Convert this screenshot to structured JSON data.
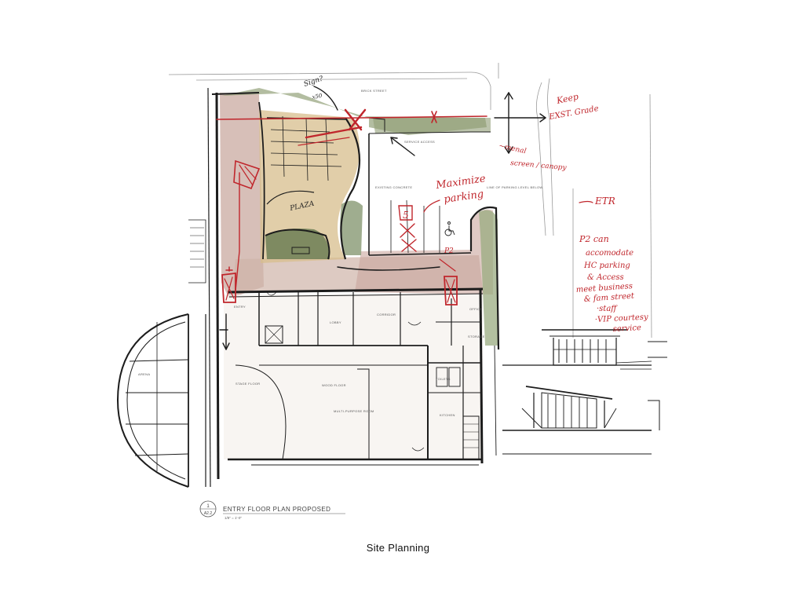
{
  "caption": "Site Planning",
  "title_block": {
    "number": "1",
    "sheet": "A2.2",
    "title": "ENTRY FLOOR PLAN  PROPOSED",
    "scale": "1/8\" = 1'-0\""
  },
  "annotations": {
    "maximize": "Maximize",
    "parking": "parking",
    "keep": "Keep",
    "ext_grade": "EXST. Grade",
    "sign_q": "Sign?",
    "sign_n": "x50",
    "menal": "~menal",
    "screen": "screen / canopy",
    "etr": "ETR",
    "p2_lines": [
      "P2 can",
      "accomodate",
      "HC parking",
      "& Access",
      "meet business",
      "& fam  street",
      "·staff",
      "·VIP courtesy",
      "service"
    ],
    "plaza": "PLAZA",
    "p2": "P2",
    "five": "5"
  },
  "room_labels": {
    "entry": "ENTRY",
    "lobby": "LOBBY",
    "stage": "STAGE FLOOR",
    "multi": "MULTI-PURPOSE ROOM",
    "wood": "WOOD FLOOR",
    "kitchen": "KITCHEN",
    "toilets": "TOILETS",
    "office": "OFFICE",
    "storage": "STORAGE",
    "corridor": "CORRIDOR",
    "service": "SERVICE ACCESS",
    "level": "LINE OF PARKING LEVEL BELOW",
    "brick": "BRICK STREET",
    "concrete": "EXISTING CONCRETE",
    "arena": "ARENA"
  },
  "colors": {
    "ink": "#1c1c1c",
    "red_marker": "#c0262c",
    "mauve_wash": "#c9a9a0",
    "green_wash": "#8a9a6e",
    "tan_wash": "#d7be8c"
  }
}
